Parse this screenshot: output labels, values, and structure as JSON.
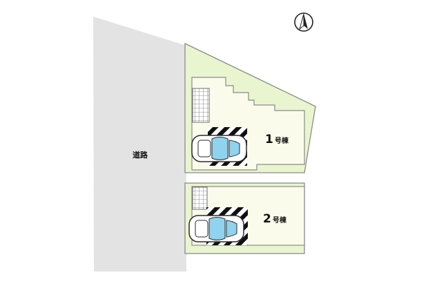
{
  "labels": {
    "road": "道路",
    "lot1_number": "1",
    "lot1_suffix": "号棟",
    "lot2_number": "2",
    "lot2_suffix": "号棟"
  },
  "icons": {
    "north": "north-arrow-icon",
    "car": "car-icon",
    "parking": "parking-space-hatch"
  },
  "colors": {
    "road": "#e3e3e3",
    "yard": "#e9f5cf",
    "building": "#fbfbeb",
    "outline": "#8a8a8a",
    "tile_grid": "#6c6c6c",
    "car_window": "#8fd3ee",
    "text": "#111111"
  }
}
